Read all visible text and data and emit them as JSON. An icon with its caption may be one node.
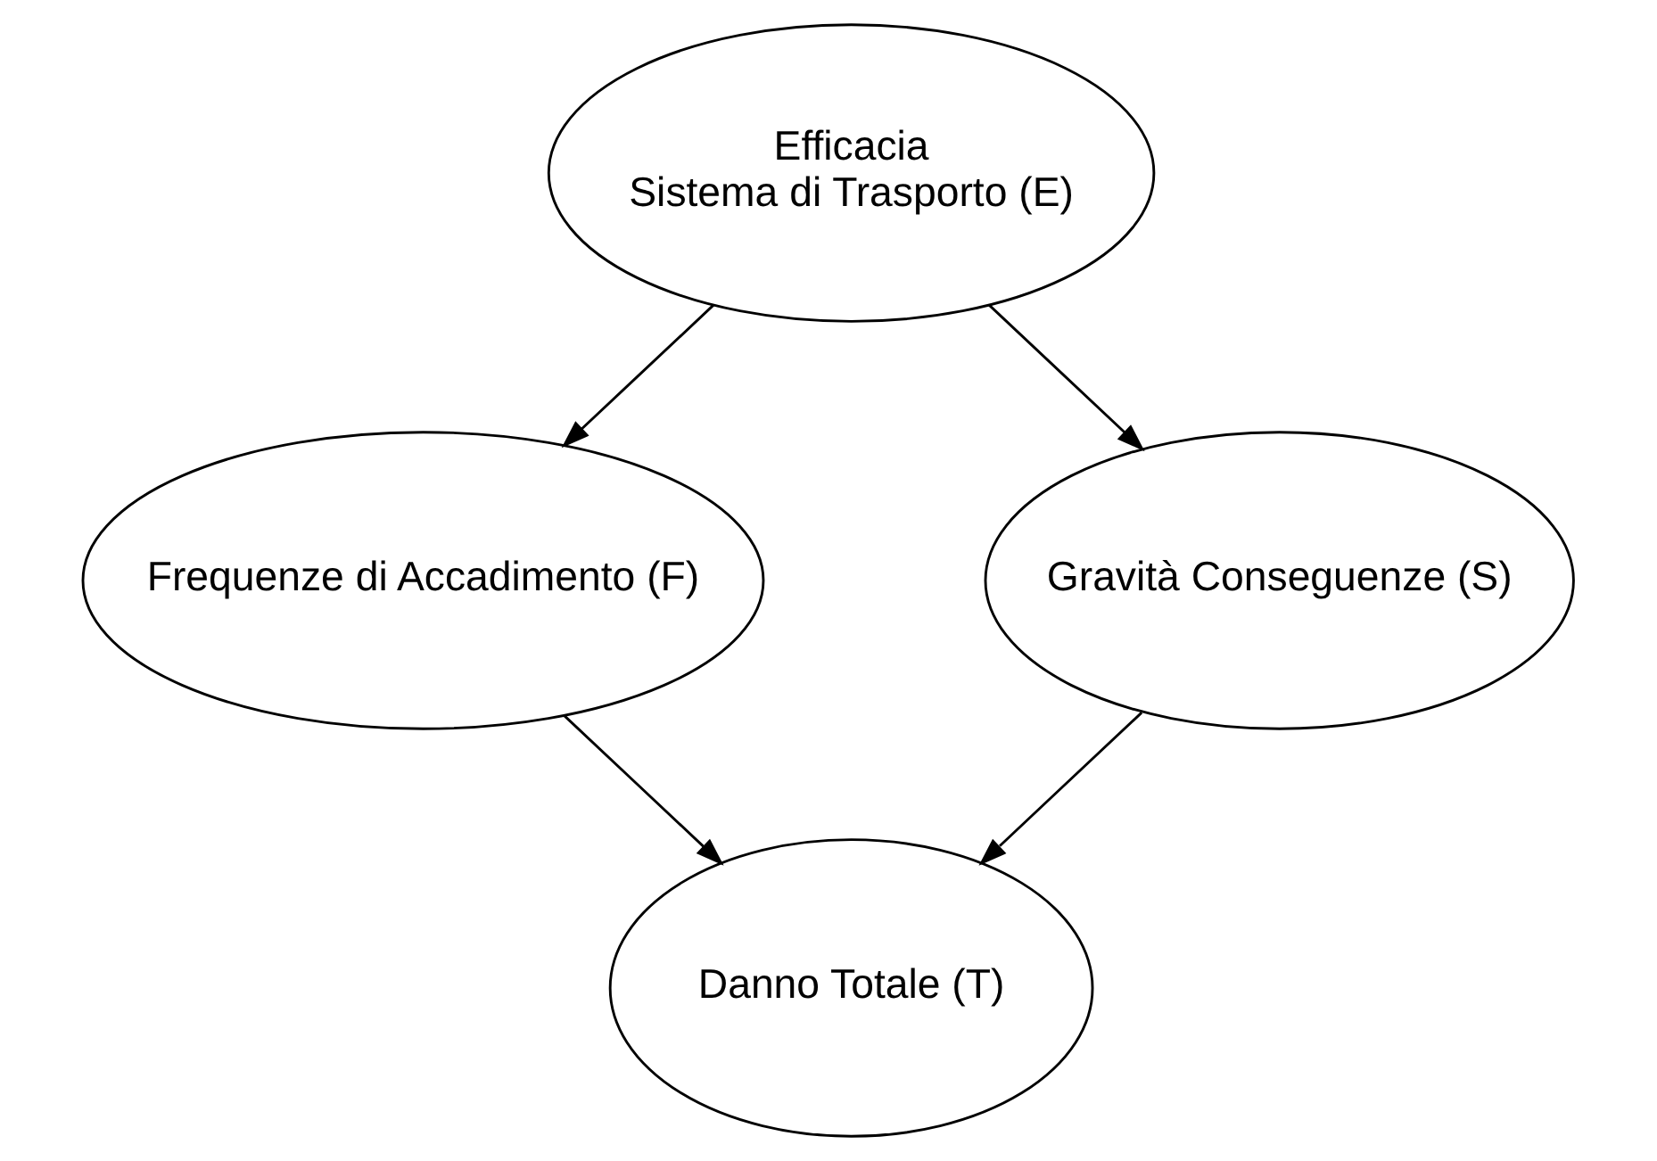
{
  "diagram": {
    "nodes": [
      {
        "text": [
          "Efficacia",
          "Sistema di Trasporto (E)"
        ]
      },
      {
        "text": [
          "Frequenze di Accadimento (F)"
        ]
      },
      {
        "text": [
          "Gravità Conseguenze (S)"
        ]
      },
      {
        "text": [
          "Danno Totale (T)"
        ]
      }
    ],
    "edges": [
      {
        "from": 0,
        "to": 1,
        "arrow": "to"
      },
      {
        "from": 0,
        "to": 2,
        "arrow": "to"
      },
      {
        "from": 1,
        "to": 3,
        "arrow": "to"
      },
      {
        "from": 2,
        "to": 3,
        "arrow": "to"
      }
    ]
  }
}
